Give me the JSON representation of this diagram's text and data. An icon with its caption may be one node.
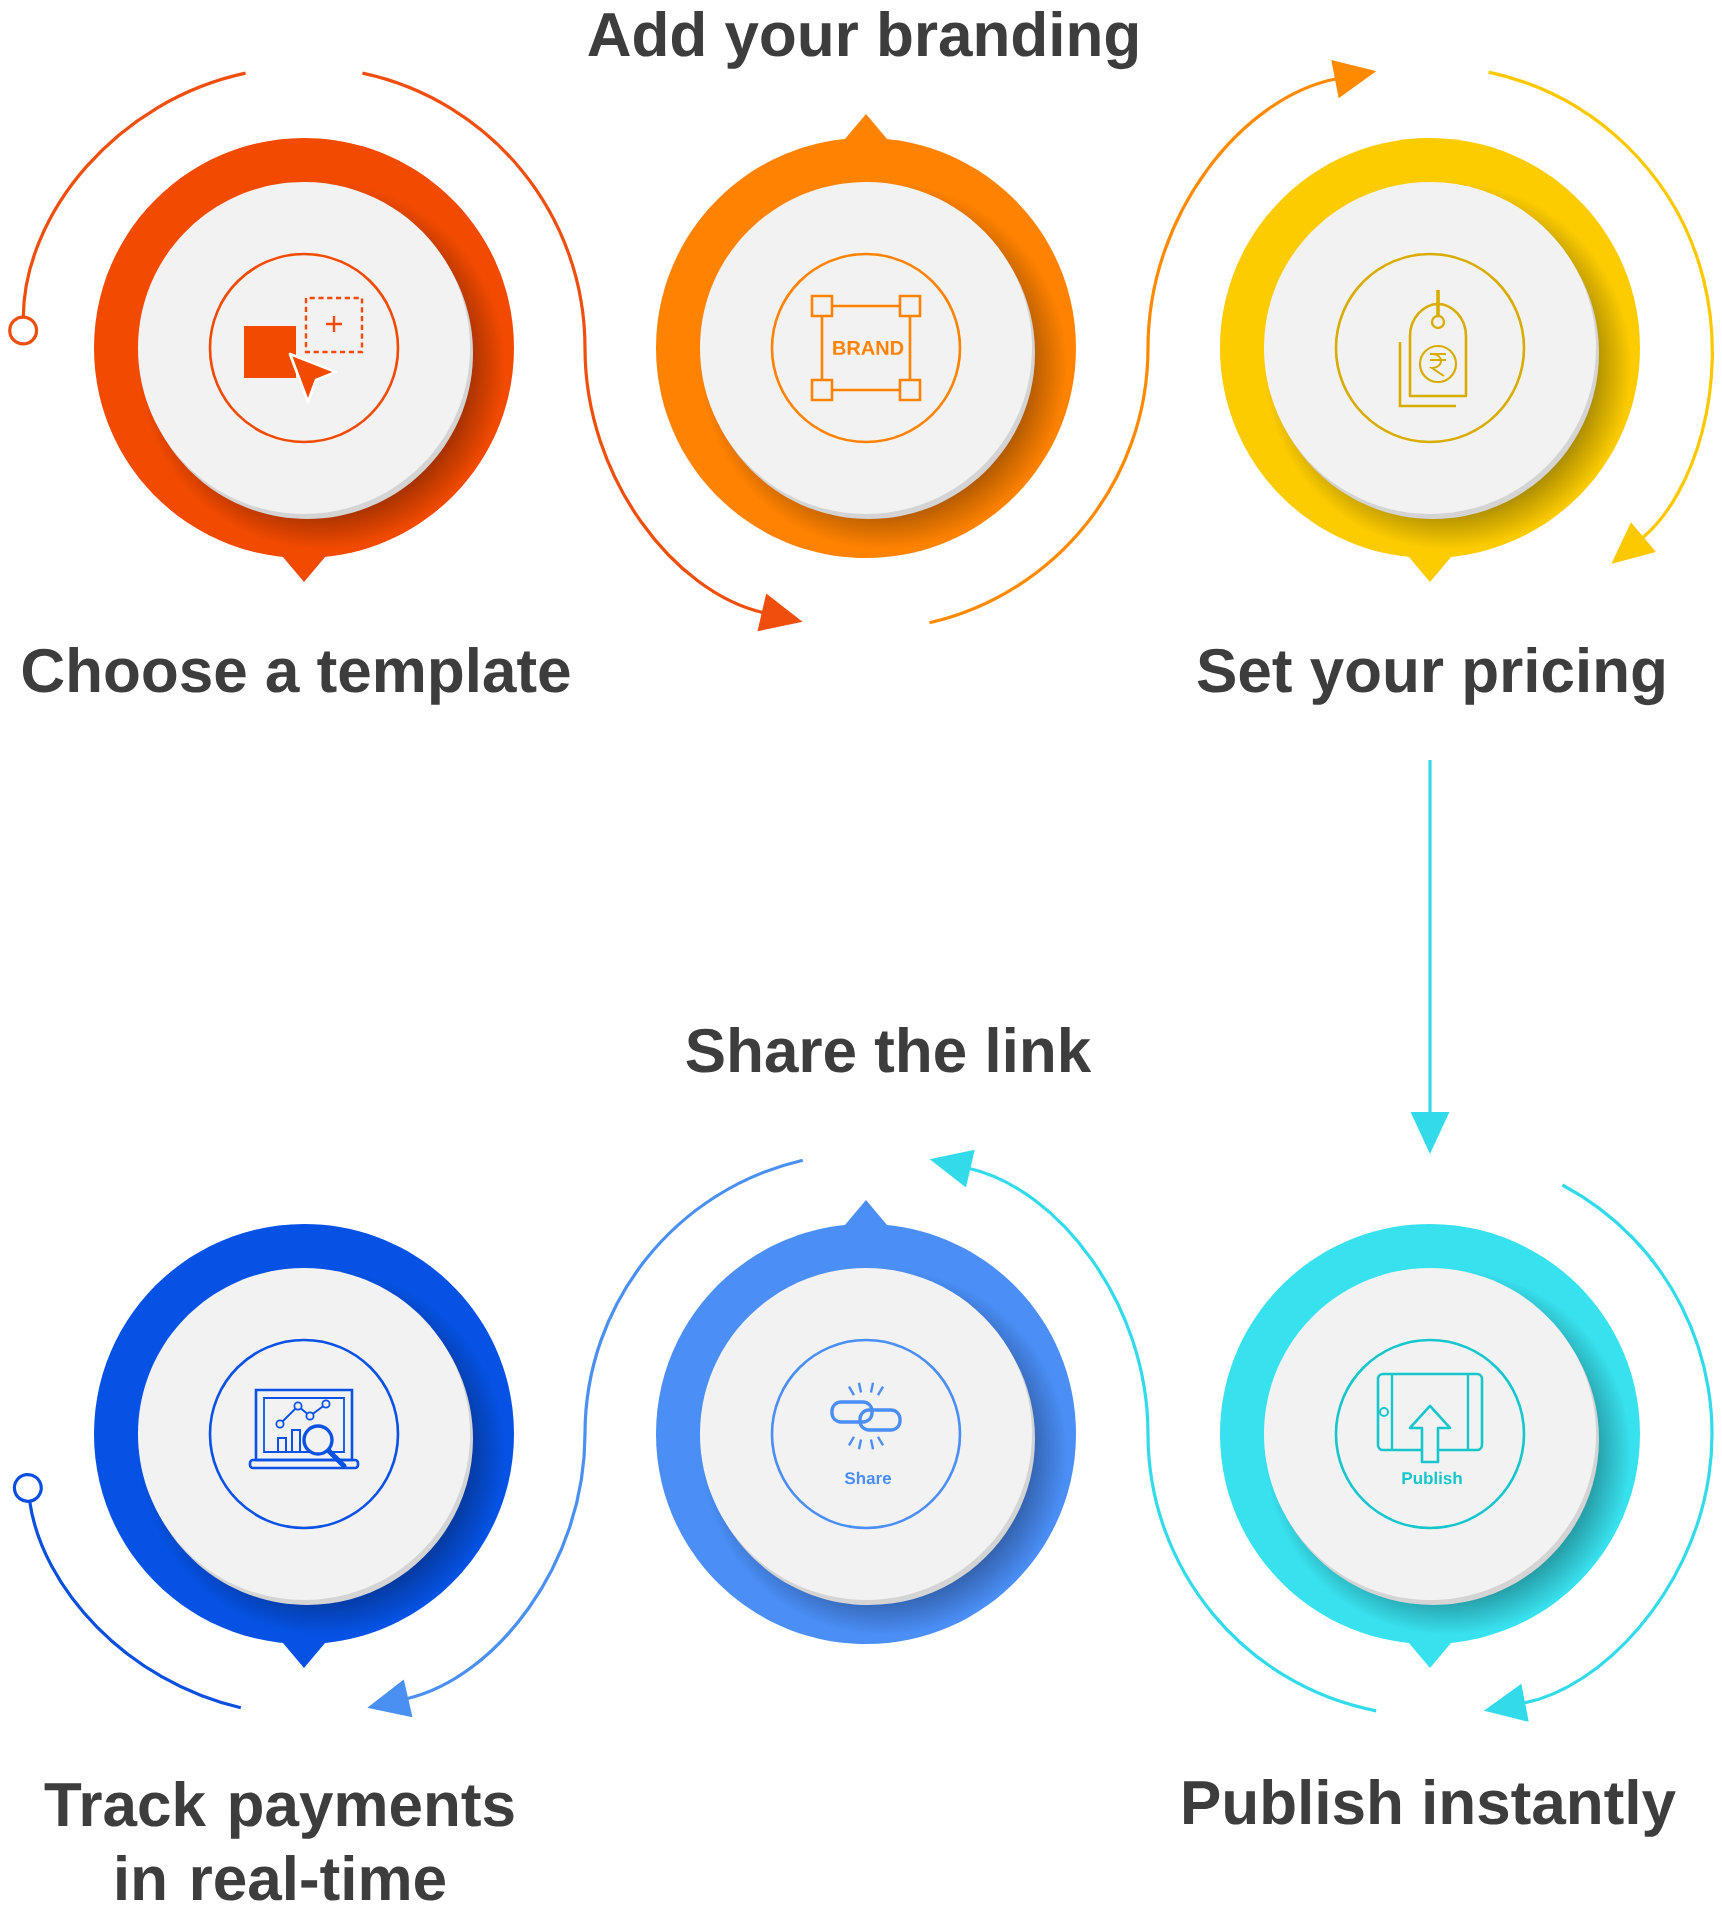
{
  "diagram": {
    "nodes": [
      {
        "text": [
          "Choose a template"
        ]
      },
      {
        "text": [
          "Add your branding",
          "BRAND"
        ]
      },
      {
        "text": [
          "Set your pricing"
        ]
      },
      {
        "text": [
          "Publish",
          "Publish instantly"
        ]
      },
      {
        "text": [
          "Share the link",
          "Share"
        ]
      },
      {
        "text": [
          "Track payments in real-time"
        ]
      }
    ],
    "edges": [
      {
        "from": null,
        "to": 0,
        "arrow": "other",
        "color": "#f04e0c"
      },
      {
        "from": 0,
        "to": 1,
        "arrow": "to",
        "color": "#f04e0c"
      },
      {
        "from": 1,
        "to": 2,
        "arrow": "to",
        "color": "#ff8a00"
      },
      {
        "from": 2,
        "to": 2,
        "arrow": "to",
        "color": "#fcc800"
      },
      {
        "from": 2,
        "to": 3,
        "arrow": "to",
        "color": "#33dbea"
      },
      {
        "from": 3,
        "to": 3,
        "arrow": "to",
        "color": "#33dbea"
      },
      {
        "from": 3,
        "to": 4,
        "arrow": "to",
        "color": "#33dbea"
      },
      {
        "from": 4,
        "to": 5,
        "arrow": "to",
        "color": "#4a90f2"
      },
      {
        "from": 5,
        "to": null,
        "arrow": "other",
        "color": "#0a4fe0"
      }
    ]
  }
}
